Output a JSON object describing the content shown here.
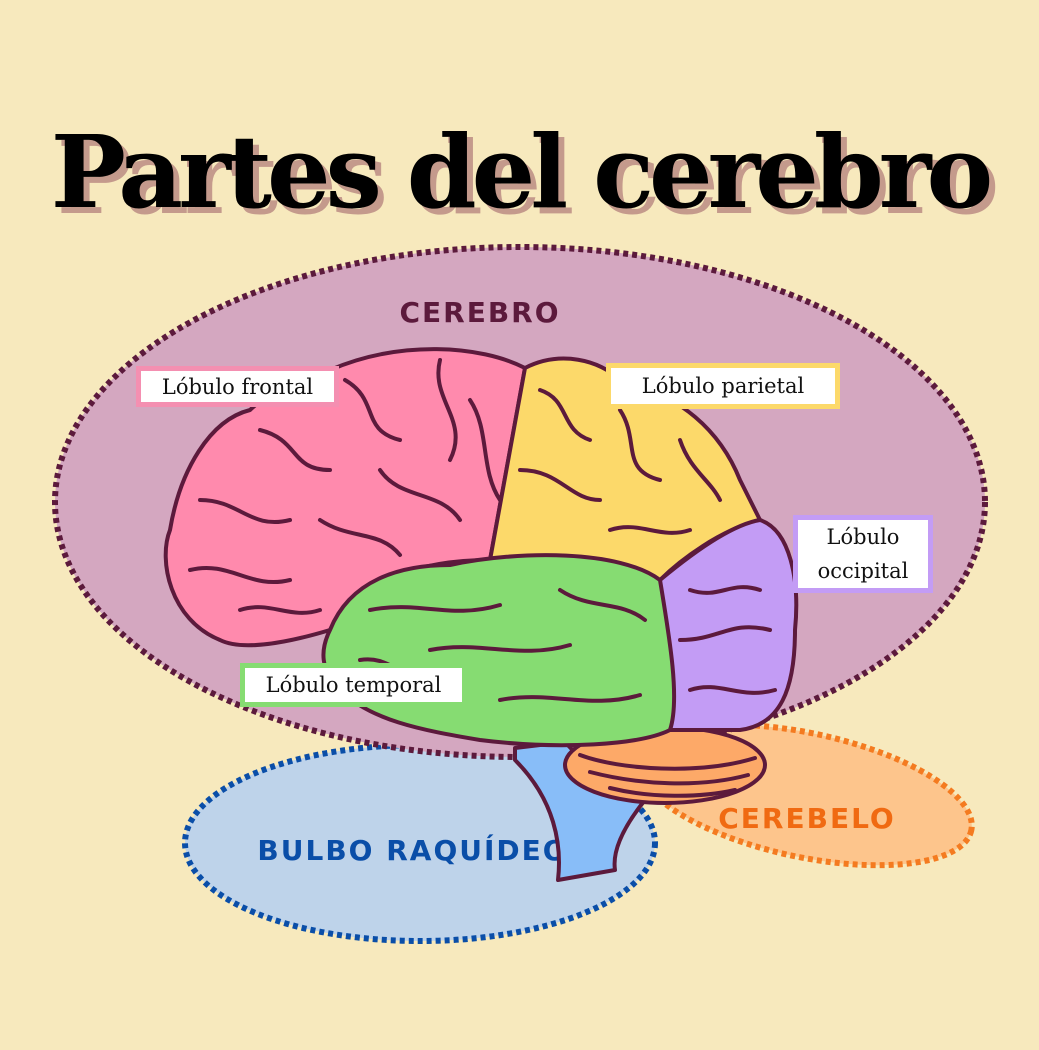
{
  "title": "Partes del cerebro",
  "regions": {
    "cerebro": {
      "label": "CEREBRO",
      "color": "#5c1a3c",
      "fill": "#d4a7c0"
    },
    "bulbo": {
      "label": "BULBO RAQUÍDEO",
      "color": "#0a4ea8",
      "fill": "#bed3ea"
    },
    "cerebelo": {
      "label": "CEREBELO",
      "color": "#f06a12",
      "fill": "#fdc58c"
    }
  },
  "lobes": {
    "frontal": {
      "label": "Lóbulo frontal",
      "color": "#ff8aad"
    },
    "parietal": {
      "label": "Lóbulo parietal",
      "color": "#fcd96a"
    },
    "occipital": {
      "label_line1": "Lóbulo",
      "label_line2": "occipital",
      "color": "#c39cf5"
    },
    "temporal": {
      "label": "Lóbulo temporal",
      "color": "#86dc72"
    }
  },
  "colors": {
    "background": "#f7e9bd",
    "outline": "#5c1a3c",
    "cerebellum": "#fda968",
    "brainstem": "#88bdf8"
  }
}
